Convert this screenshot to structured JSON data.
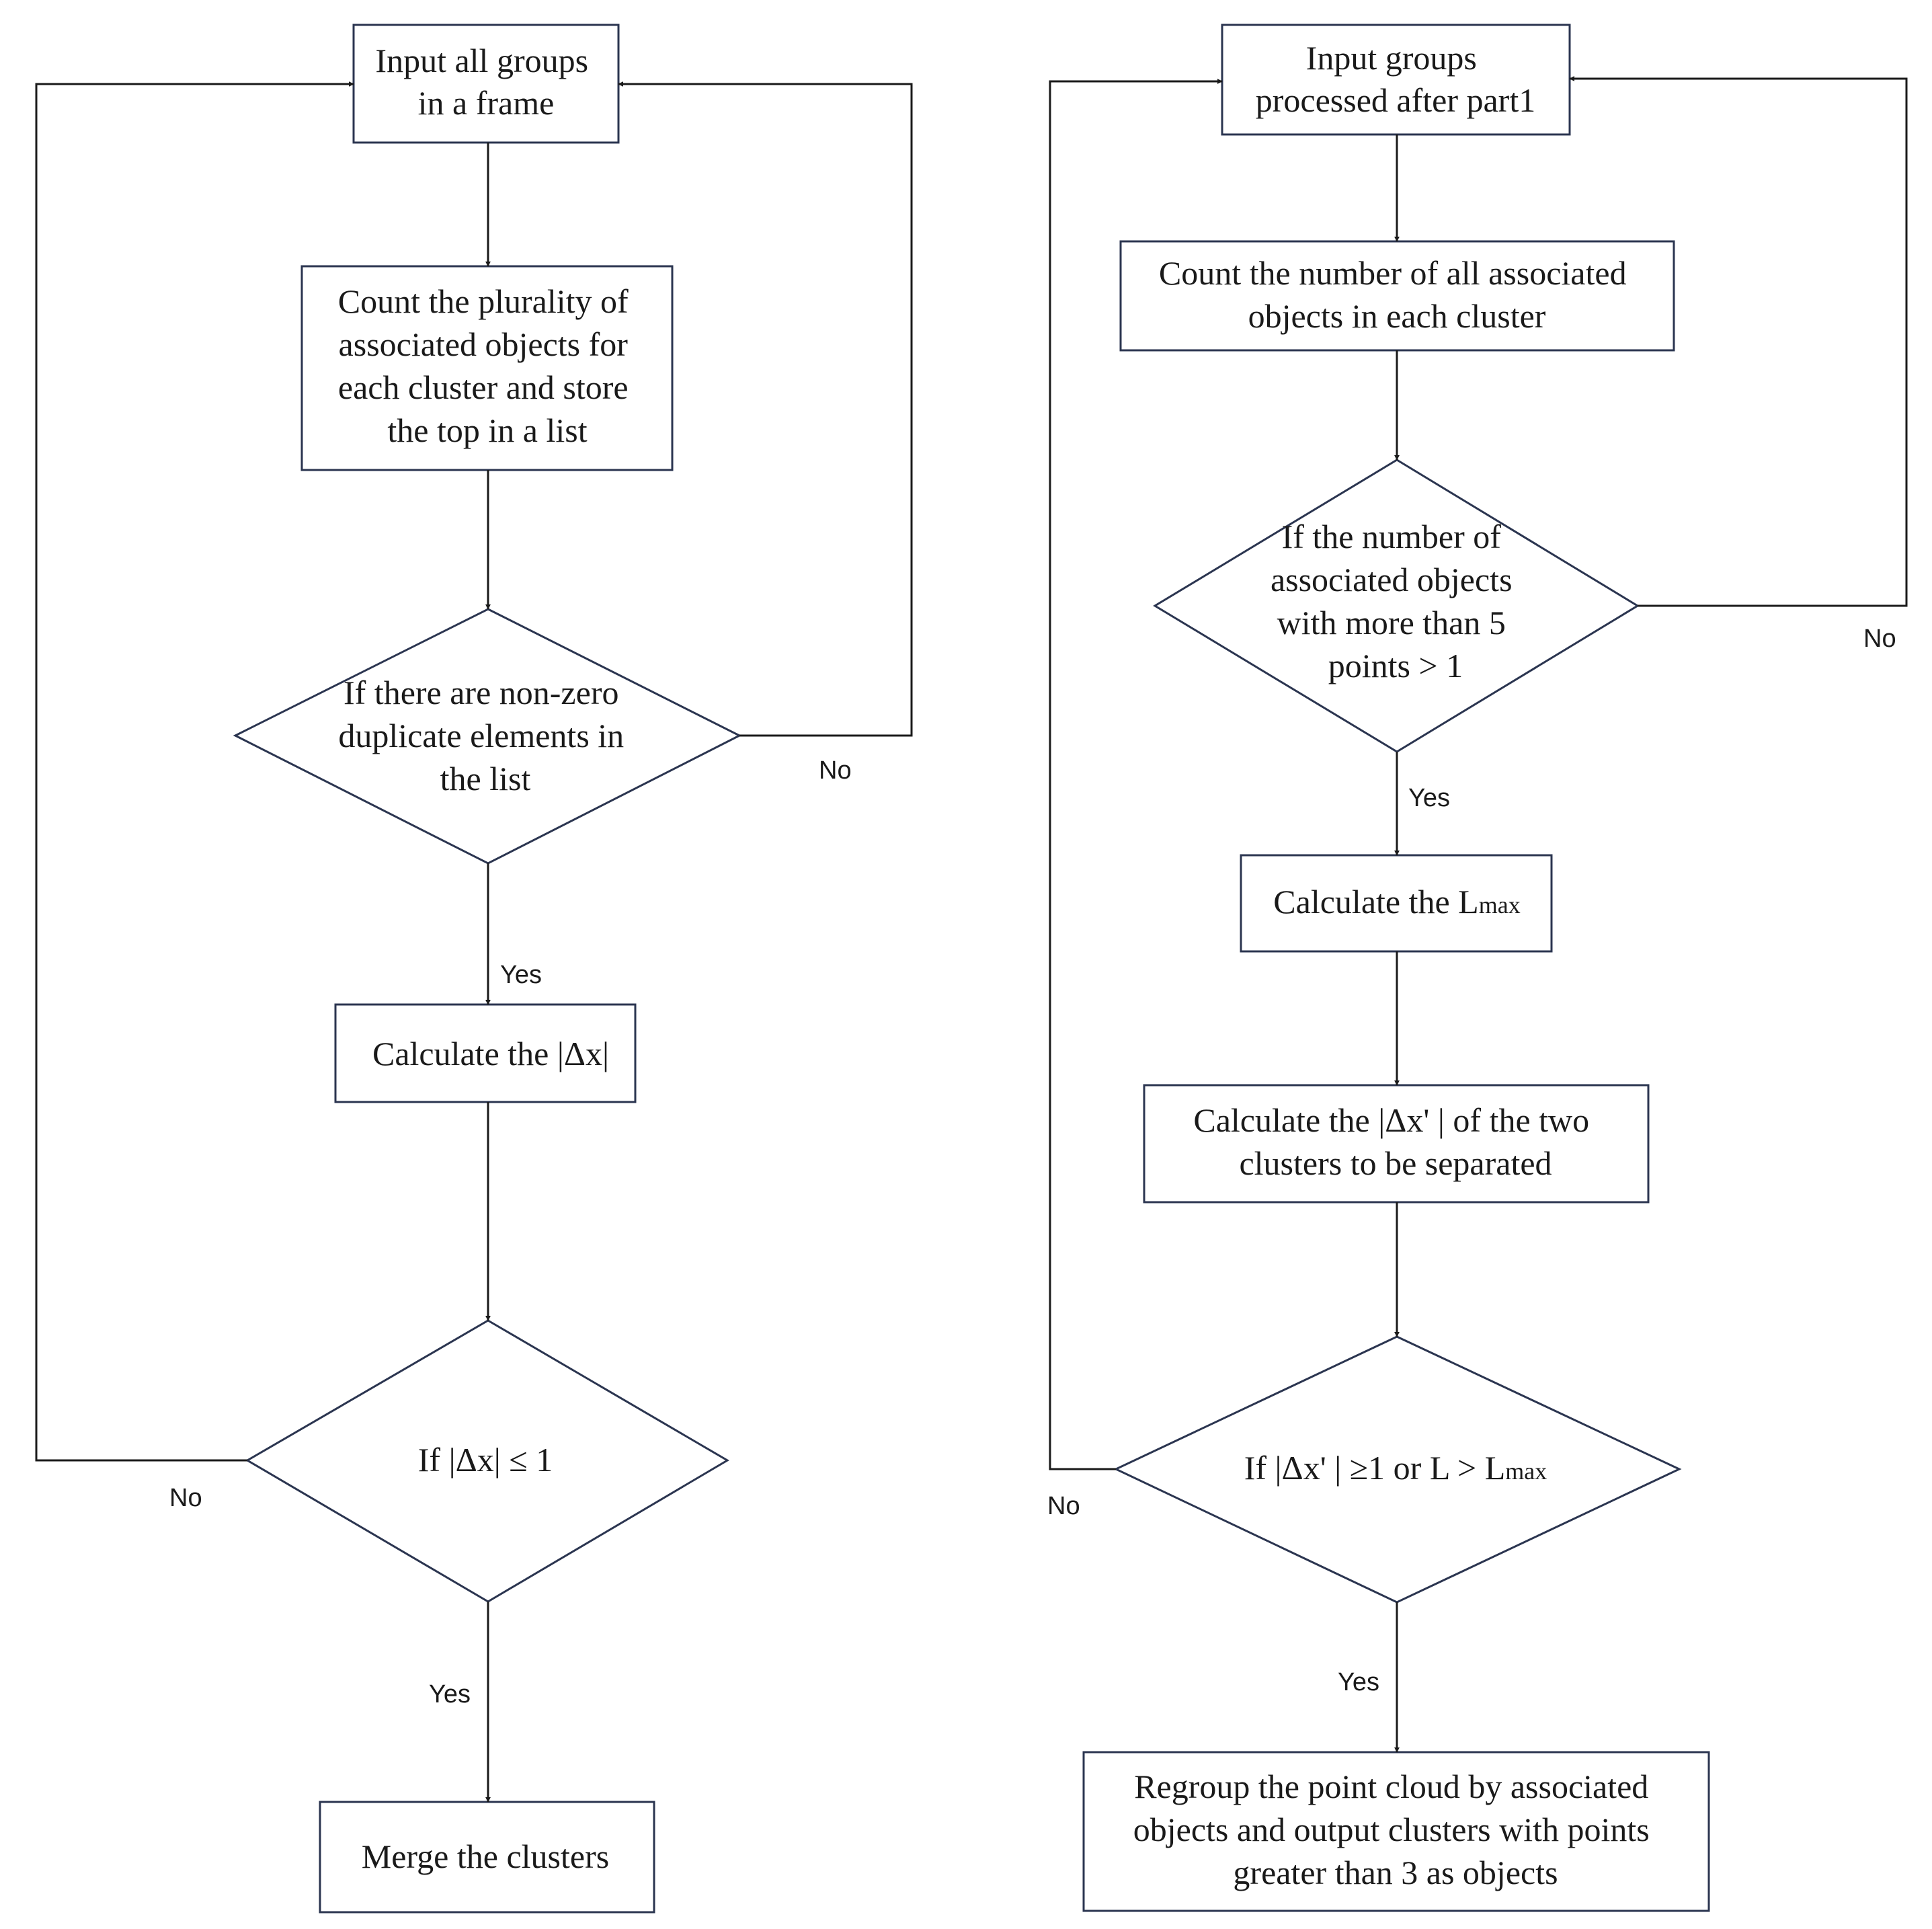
{
  "colors": {
    "stroke": "#2b3550",
    "arrow": "#1a1a1a",
    "text": "#1a1a1a",
    "background": "#ffffff"
  },
  "left": {
    "input": [
      "Input all groups",
      "in a frame"
    ],
    "count": [
      "Count the plurality of",
      "associated objects for",
      "each cluster and store",
      "the top in a list"
    ],
    "decision1": [
      "If there are non-zero",
      "duplicate elements in",
      "the list"
    ],
    "calc": "Calculate the |Δx|",
    "decision2": "If |Δx| ≤ 1",
    "merge": "Merge the clusters",
    "label_no1": "No",
    "label_yes1": "Yes",
    "label_no2": "No",
    "label_yes2": "Yes"
  },
  "right": {
    "input": [
      "Input  groups",
      "processed after part1"
    ],
    "count": [
      "Count the number of all associated",
      "objects in each cluster"
    ],
    "decision1": [
      "If the number of",
      "associated objects",
      "with more than 5",
      "points > 1"
    ],
    "calc_lmax": {
      "prefix": "Calculate the L",
      "sub": "max"
    },
    "calc_dx": [
      "Calculate the |Δx' | of the two",
      "clusters to be separated"
    ],
    "decision2": {
      "prefix": "If |Δx' | ≥1 or L >  L",
      "sub": "max"
    },
    "output": [
      "Regroup the point cloud by associated",
      "objects and output clusters with points",
      "greater than 3 as objects"
    ],
    "label_no1": "No",
    "label_yes1": "Yes",
    "label_no2": "No",
    "label_yes2": "Yes"
  }
}
